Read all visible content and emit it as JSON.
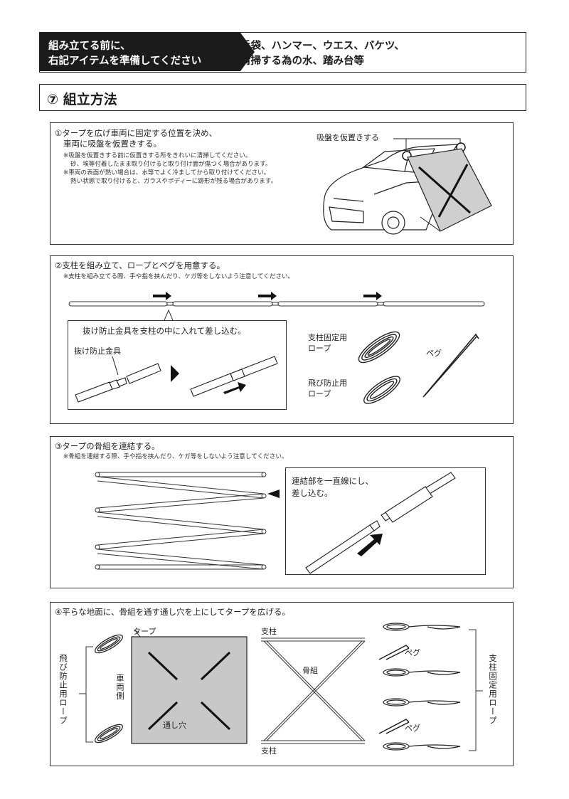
{
  "header": {
    "left_line1": "組み立てる前に、",
    "left_line2": "右記アイテムを準備してください",
    "right_line1": "手袋、ハンマー、ウエス、バケツ、",
    "right_line2": "清掃する為の水、踏み台等"
  },
  "section_title": "⑦ 組立方法",
  "step1": {
    "line1": "①タープを広げ車両に固定する位置を決め、",
    "line2": "車両に吸盤を仮置きする。",
    "note1": "※吸盤を仮置きする前に仮置きする所をきれいに清掃してください。",
    "note2": "砂、埃等付着したまま取り付けると取り付け面が傷つく場合があります。",
    "note3": "※車両の表面が熱い場合は、水等でよく冷ましてから取り付けてください。",
    "note4": "熱い状態で取り付けると、ガラスやボディーに跡形が残る場合があります。",
    "suction_label": "吸盤を仮置きする"
  },
  "step2": {
    "line1": "②支柱を組み立て、ロープとペグを用意する。",
    "note1": "※支柱を組み立てる際、手や指を挟んだり、ケガ等をしないよう注意してください。",
    "inset_title": "抜け防止金具を支柱の中に入れて差し込む。",
    "inset_label": "抜け防止金具",
    "rope_fix_1": "支柱固定用",
    "rope_fix_2": "ロープ",
    "rope_fly_1": "飛び防止用",
    "rope_fly_2": "ロープ",
    "peg": "ペグ"
  },
  "step3": {
    "line1": "③タープの骨組を連結する。",
    "note1": "※骨組を連結する際、手や指を挟んだり、ケガ等をしないよう注意してください。",
    "inset_line1": "連結部を一直線にし、",
    "inset_line2": "差し込む。"
  },
  "step4": {
    "line1": "④平らな地面に、骨組を通す通し穴を上にしてタープを広げる。",
    "tarp": "タープ",
    "vehicle_side": "車両側",
    "through_hole": "通し穴",
    "pole_top": "支柱",
    "pole_bottom": "支柱",
    "frame": "骨組",
    "peg_top": "ペグ",
    "peg_bottom": "ペグ",
    "left_vertical": "飛び防止用ロープ",
    "right_vertical": "支柱固定用ロープ"
  }
}
